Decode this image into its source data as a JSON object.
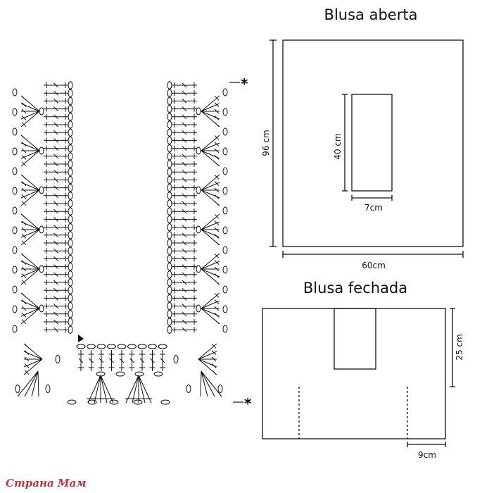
{
  "open_blouse": {
    "title": "Blusa aberta",
    "height_label": "96 cm",
    "width_label": "60cm",
    "opening_height_label": "40 cm",
    "opening_width_label": "7cm"
  },
  "closed_blouse": {
    "title": "Blusa fechada",
    "height_label": "25 cm",
    "width_label": "9cm"
  },
  "pattern": {
    "marker_top": "*",
    "marker_bottom": "*"
  },
  "watermark": "Страна Мам",
  "colors": {
    "ink": "#111111",
    "watermark": "#c8323c"
  }
}
